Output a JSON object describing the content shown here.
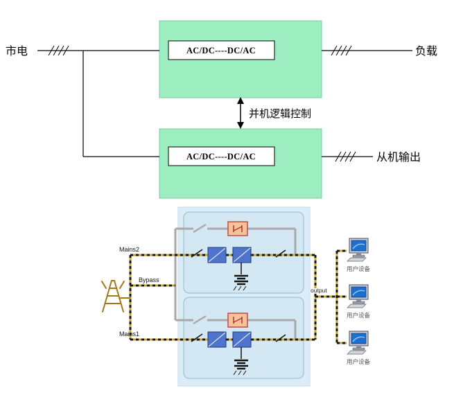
{
  "top": {
    "mains": "市电",
    "load": "负载",
    "slave_output": "从机输出",
    "parallel_control": "并机逻辑控制",
    "ups1": "AC/DC----DC/AC",
    "ups2": "AC/DC----DC/AC"
  },
  "bottom": {
    "mains2": "Mains2",
    "bypass": "Bypass",
    "mains1": "Mains1",
    "output": "output",
    "devices": [
      {
        "label": "用户设备"
      },
      {
        "label": "用户设备"
      },
      {
        "label": "用户设备"
      }
    ]
  },
  "colors": {
    "ups_box_green": "#9ceec0",
    "panel_blue": "#dcecf6",
    "inner_panel_blue": "#d4e8f4",
    "cable_yellow": "#c9a227",
    "bypass_gray": "#a9a9a9",
    "converter_blue": "#4f74cc",
    "static_switch_orange": "#f6c29a",
    "screen_blue": "#1d6ed0"
  }
}
